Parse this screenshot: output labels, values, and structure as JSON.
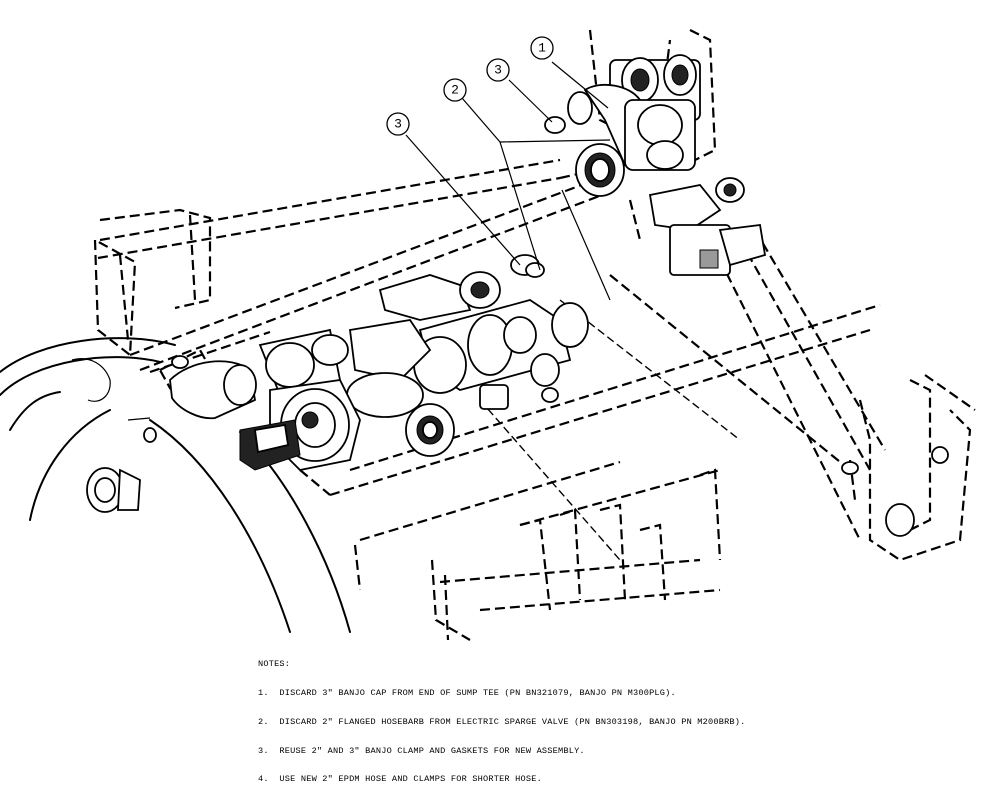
{
  "callouts": [
    {
      "label": "1"
    },
    {
      "label": "2"
    },
    {
      "label": "3"
    },
    {
      "label": "3"
    }
  ],
  "notes": {
    "heading": "NOTES:",
    "items": [
      "1.  DISCARD 3\" BANJO CAP FROM END OF SUMP TEE (PN BN321079, BANJO PN M300PLG).",
      "2.  DISCARD 2\" FLANGED HOSEBARB FROM ELECTRIC SPARGE VALVE (PN BN303198, BANJO PN M200BRB).",
      "3.  REUSE 2\" AND 3\" BANJO CLAMP AND GASKETS FOR NEW ASSEMBLY.",
      "4.  USE NEW 2\" EPDM HOSE AND CLAMPS FOR SHORTER HOSE."
    ]
  }
}
